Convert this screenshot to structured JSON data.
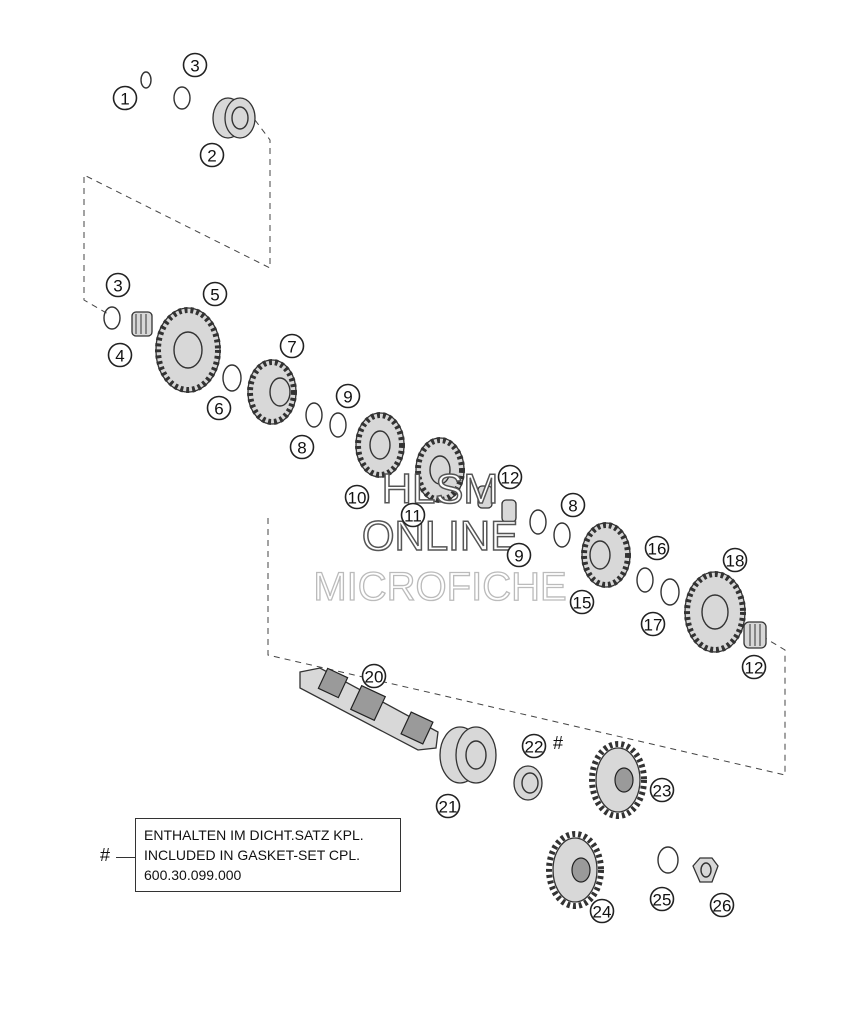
{
  "callouts": [
    {
      "id": "c1",
      "label": "1"
    },
    {
      "id": "c2",
      "label": "2"
    },
    {
      "id": "c3a",
      "label": "3"
    },
    {
      "id": "c3b",
      "label": "3"
    },
    {
      "id": "c4",
      "label": "4"
    },
    {
      "id": "c5",
      "label": "5"
    },
    {
      "id": "c6",
      "label": "6"
    },
    {
      "id": "c7",
      "label": "7"
    },
    {
      "id": "c8a",
      "label": "8"
    },
    {
      "id": "c8b",
      "label": "8"
    },
    {
      "id": "c9a",
      "label": "9"
    },
    {
      "id": "c9b",
      "label": "9"
    },
    {
      "id": "c10",
      "label": "10"
    },
    {
      "id": "c11",
      "label": "11"
    },
    {
      "id": "c12a",
      "label": "12"
    },
    {
      "id": "c12b",
      "label": "12"
    },
    {
      "id": "c15",
      "label": "15"
    },
    {
      "id": "c16",
      "label": "16"
    },
    {
      "id": "c17",
      "label": "17"
    },
    {
      "id": "c18",
      "label": "18"
    },
    {
      "id": "c20",
      "label": "20"
    },
    {
      "id": "c21",
      "label": "21"
    },
    {
      "id": "c22",
      "label": "22"
    },
    {
      "id": "c23",
      "label": "23"
    },
    {
      "id": "c24",
      "label": "24"
    },
    {
      "id": "c25",
      "label": "25"
    },
    {
      "id": "c26",
      "label": "26"
    }
  ],
  "note": {
    "marker": "#",
    "line1": "ENTHALTEN IM DICHT.SATZ KPL.",
    "line2": "INCLUDED IN GASKET-SET CPL.",
    "line3": "600.30.099.000"
  },
  "part22_marker": "#",
  "watermark": {
    "line1": "HLSM",
    "line2": "ONLINE",
    "line3": "MICROFICHE"
  }
}
